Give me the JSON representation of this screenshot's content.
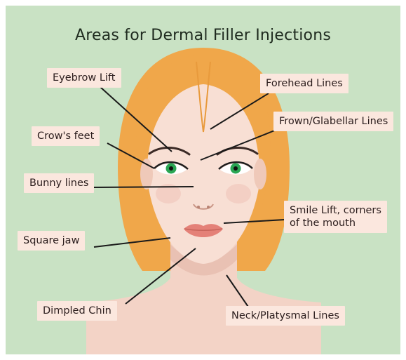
{
  "title": "Areas for Dermal Filler Injections",
  "labels": {
    "eyebrow_lift": "Eyebrow Lift",
    "forehead_lines": "Forehead Lines",
    "crows_feet": "Crow's feet",
    "frown_glabellar": "Frown/Glabellar Lines",
    "bunny_lines": "Bunny lines",
    "smile_lift_line1": "Smile Lift, corners",
    "smile_lift_line2": "of the mouth",
    "square_jaw": "Square jaw",
    "dimpled_chin": "Dimpled Chin",
    "neck_platysmal": "Neck/Platysmal Lines"
  },
  "colors": {
    "background": "#c9e2c4",
    "hair": "#f0a74a",
    "skin": "#f8dfd4",
    "label_box": "#fbe7de",
    "iris": "#2aa653",
    "lips": "#e48178"
  }
}
